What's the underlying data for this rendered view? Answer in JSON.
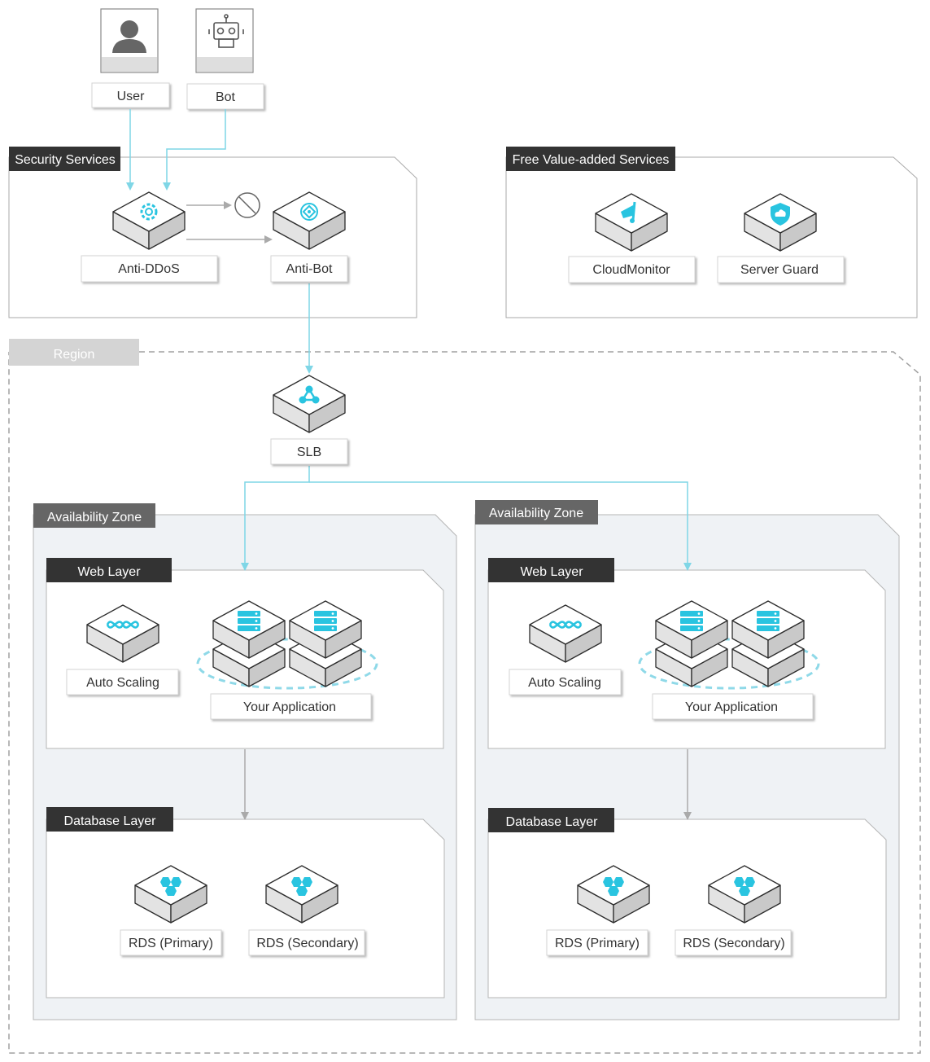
{
  "colors": {
    "accent": "#29c4e0",
    "flow_line": "#7fd6e6",
    "tab_dark": "#333333",
    "tab_gray": "#666666",
    "zone_fill": "#eff2f5",
    "region_border": "#9a9a9a"
  },
  "actors": {
    "user": {
      "label": "User",
      "icon": "user-icon"
    },
    "bot": {
      "label": "Bot",
      "icon": "robot-icon"
    }
  },
  "security": {
    "title": "Security Services",
    "anti_ddos": "Anti-DDoS",
    "anti_bot": "Anti-Bot",
    "block_icon": "blocked-icon"
  },
  "free_services": {
    "title": "Free Value-added Services",
    "cloudmonitor": "CloudMonitor",
    "server_guard": "Server Guard"
  },
  "region": {
    "title": "Region",
    "slb": "SLB",
    "zones": [
      {
        "title": "Availability Zone",
        "web_layer": {
          "title": "Web Layer",
          "auto_scaling": "Auto Scaling",
          "app": "Your Application"
        },
        "db_layer": {
          "title": "Database Layer",
          "primary": "RDS (Primary)",
          "secondary": "RDS (Secondary)"
        }
      },
      {
        "title": "Availability Zone",
        "web_layer": {
          "title": "Web Layer",
          "auto_scaling": "Auto Scaling",
          "app": "Your Application"
        },
        "db_layer": {
          "title": "Database Layer",
          "primary": "RDS (Primary)",
          "secondary": "RDS (Secondary)"
        }
      }
    ]
  }
}
